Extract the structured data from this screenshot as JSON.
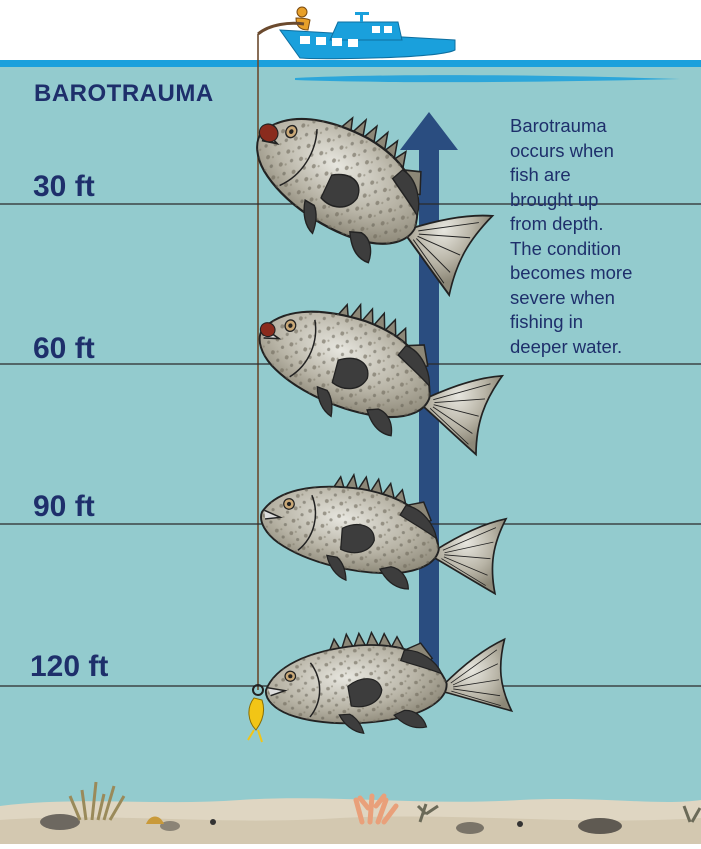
{
  "title": "BAROTRAUMA",
  "depths": [
    "30 ft",
    "60 ft",
    "90 ft",
    "120 ft"
  ],
  "note_lines": [
    "Barotrauma",
    "occurs when",
    "fish are",
    "brought up",
    "from depth.",
    "The condition",
    "becomes more",
    "severe when",
    "fishing in",
    "deeper water."
  ],
  "colors": {
    "water": "#93cbce",
    "text": "#1e2f6b",
    "arrow": "#2a4d80",
    "surface": "#1aa0dc",
    "seabed": "#dfd6c2",
    "fishing_line": "#6b4a2e"
  },
  "illustration": {
    "fish_count": 4,
    "icons": [
      "boat-icon",
      "fisherman-icon",
      "fishing-rod-icon",
      "hook-icon",
      "lure-icon",
      "up-arrow-icon",
      "seabed-coral-icon"
    ]
  }
}
